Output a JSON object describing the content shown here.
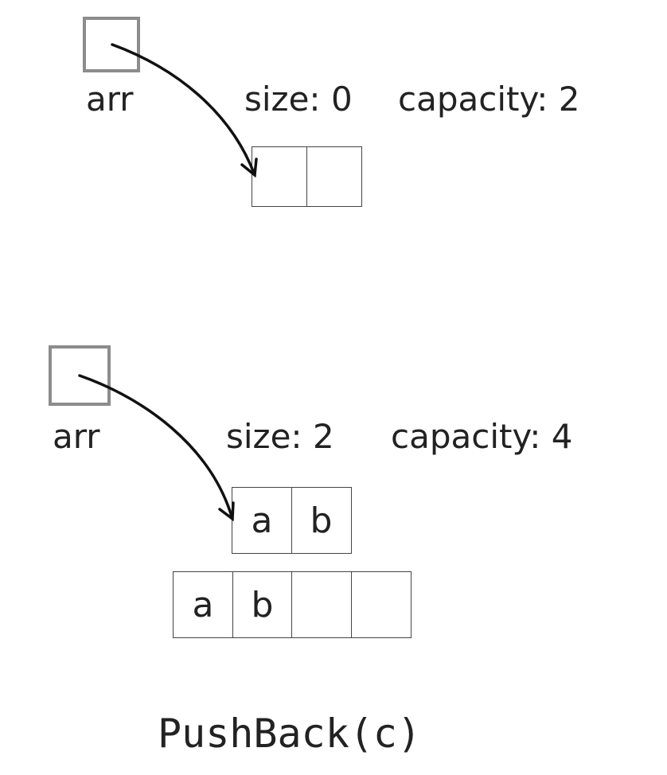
{
  "panels": [
    {
      "pointer_label": "arr",
      "size_text": "size:",
      "size_value": "0",
      "capacity_text": "capacity:",
      "capacity_value": "2",
      "arrays": [
        {
          "cells": [
            "",
            ""
          ]
        }
      ]
    },
    {
      "pointer_label": "arr",
      "size_text": "size:",
      "size_value": "2",
      "capacity_text": "capacity:",
      "capacity_value": "4",
      "arrays": [
        {
          "cells": [
            "a",
            "b"
          ]
        },
        {
          "cells": [
            "a",
            "b",
            "",
            ""
          ]
        }
      ]
    }
  ],
  "operation": "PushBack(c)"
}
